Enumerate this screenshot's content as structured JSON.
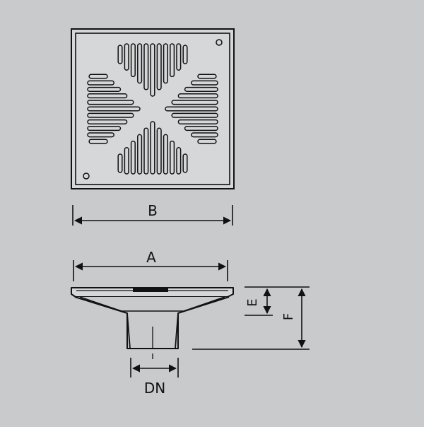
{
  "colors": {
    "background": "#c9cacb",
    "ink": "#111111",
    "grate_fill": "#d6d7d8"
  },
  "labels": {
    "b": "B",
    "a": "A",
    "e": "E",
    "f": "F",
    "dn": "DN"
  }
}
